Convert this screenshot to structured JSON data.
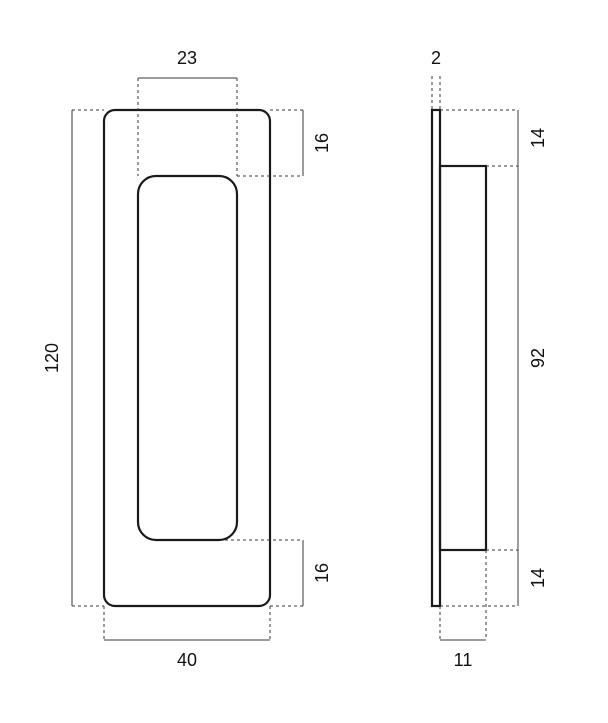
{
  "front_view": {
    "dims": {
      "grip_width": "23",
      "top_margin": "16",
      "height": "120",
      "bottom_margin": "16",
      "width": "40"
    }
  },
  "side_view": {
    "dims": {
      "plate_thickness": "2",
      "top_offset": "14",
      "recess_height": "92",
      "bottom_offset": "14",
      "depth": "11"
    }
  },
  "colors": {
    "line": "#1a1a1a",
    "background": "#ffffff"
  }
}
